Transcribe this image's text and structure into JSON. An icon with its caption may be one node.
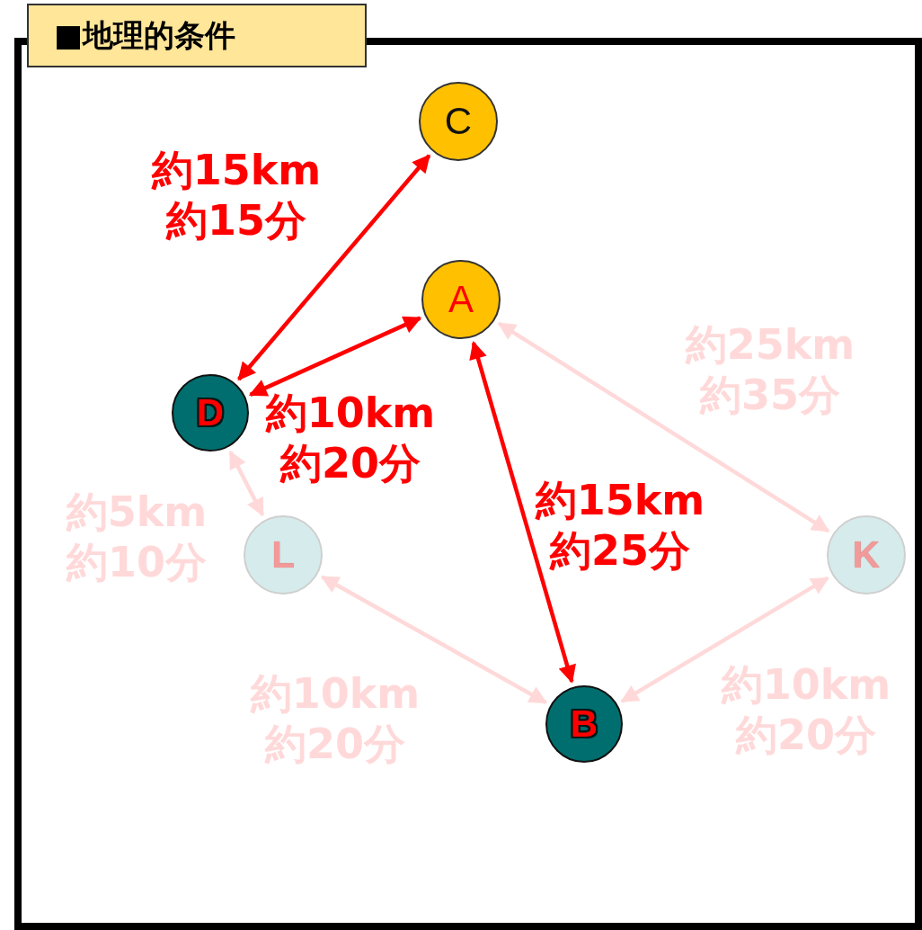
{
  "diagram": {
    "title": "■地理的条件",
    "nodes": [
      {
        "text": [
          "C"
        ]
      },
      {
        "text": [
          "A"
        ]
      },
      {
        "text": [
          "D"
        ]
      },
      {
        "text": [
          "L"
        ]
      },
      {
        "text": [
          "K"
        ]
      },
      {
        "text": [
          "B"
        ]
      }
    ],
    "edges": [
      {
        "from": 2,
        "to": 0,
        "arrow": "both",
        "label": "約15km約15分",
        "color": "#ff0000"
      },
      {
        "from": 2,
        "to": 1,
        "arrow": "both",
        "label": "約10km約20分",
        "color": "#ff0000"
      },
      {
        "from": 1,
        "to": 5,
        "arrow": "both",
        "label": "約15km約25分",
        "color": "#ff0000"
      },
      {
        "from": 2,
        "to": 3,
        "arrow": "both",
        "label": "約5km約10分"
      },
      {
        "from": 1,
        "to": 4,
        "arrow": "both",
        "label": "約25km約35分"
      },
      {
        "from": 3,
        "to": 5,
        "arrow": "both",
        "label": "約10km約20分"
      },
      {
        "from": 4,
        "to": 5,
        "arrow": "both",
        "label": "約10km約20分"
      }
    ]
  }
}
